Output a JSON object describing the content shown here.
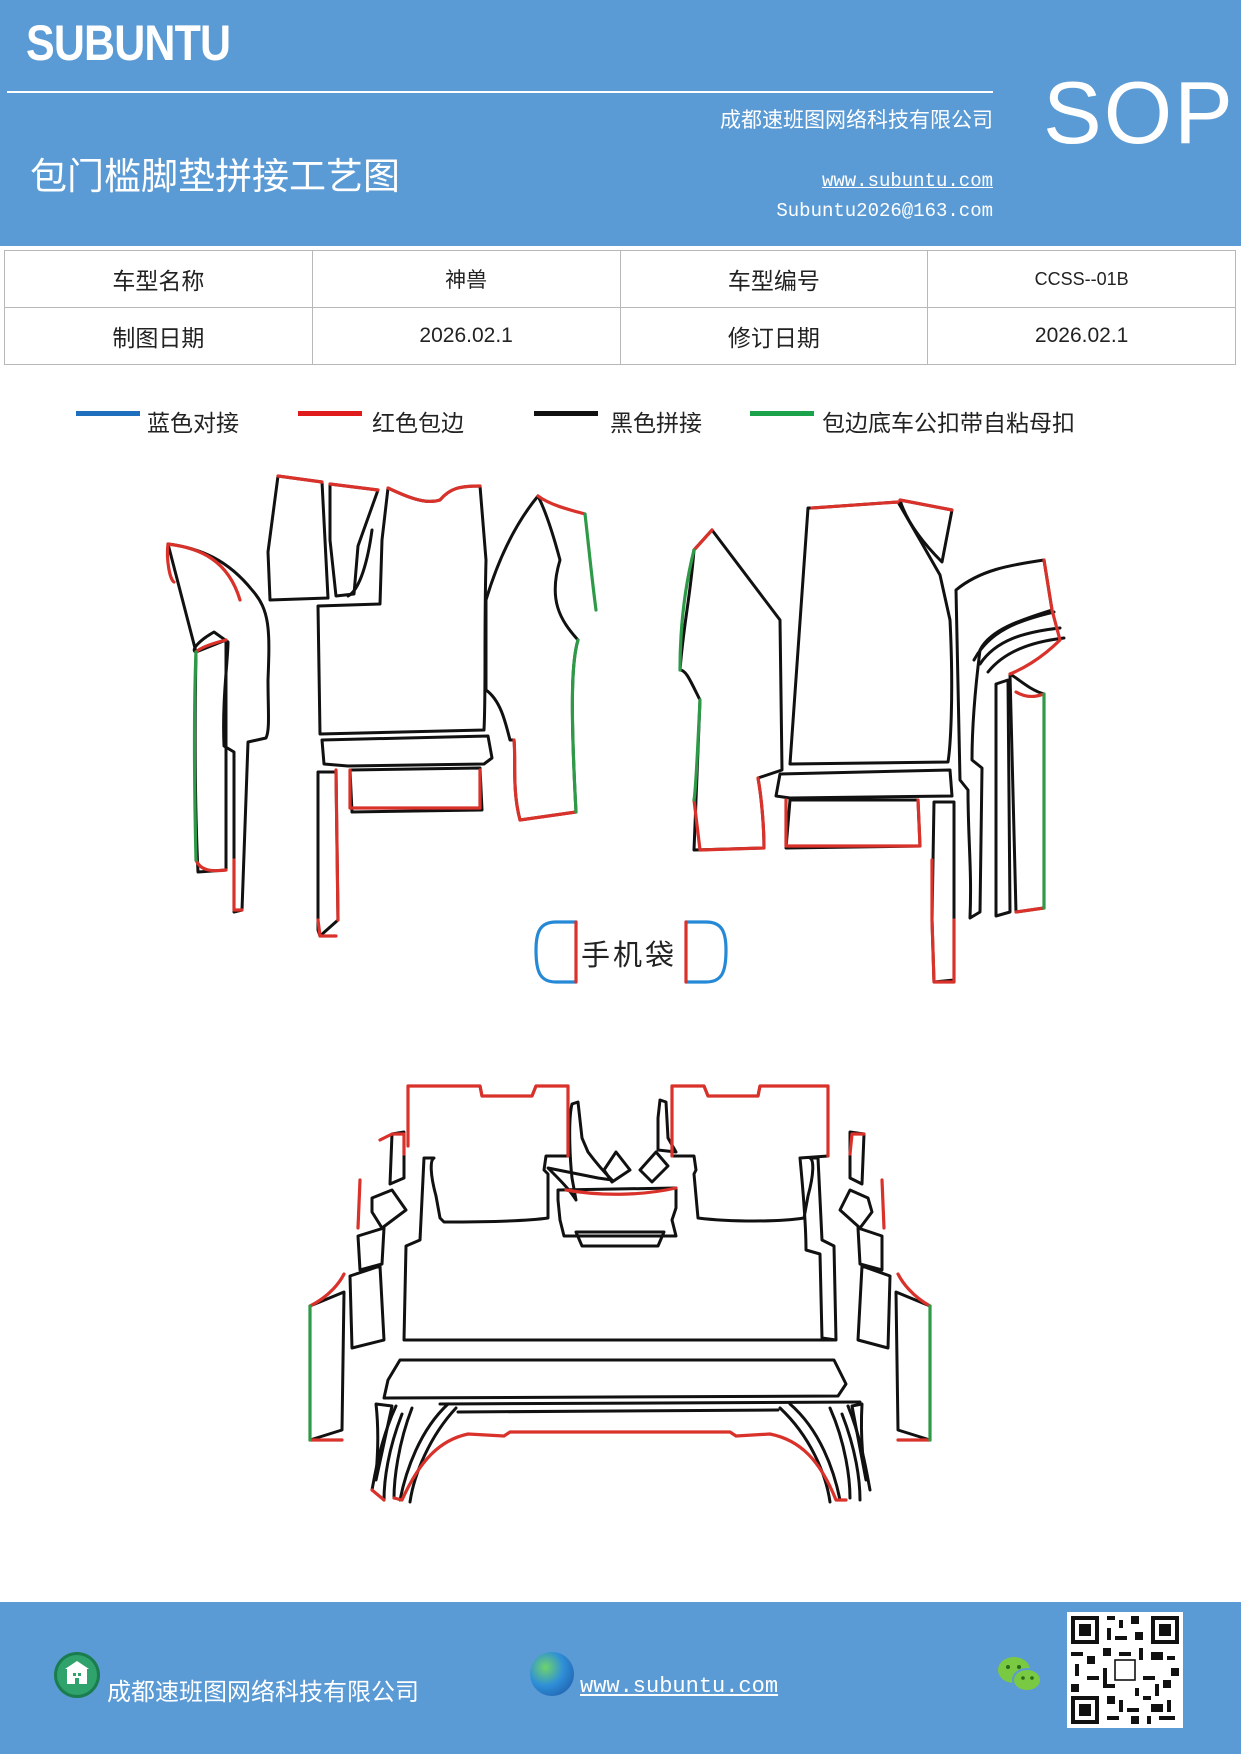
{
  "header": {
    "brand": "SUBUNTU",
    "company": "成都速班图网络科技有限公司",
    "title": "包门槛脚垫拼接工艺图",
    "website": "www.subuntu.com",
    "email": "Subuntu2026@163.com",
    "badge": "SOP"
  },
  "info_table": {
    "model_name_label": "车型名称",
    "model_name_value": "神兽",
    "model_code_label": "车型编号",
    "model_code_value": "CCSS--01B",
    "draw_date_label": "制图日期",
    "draw_date_value": "2026.02.1",
    "revise_date_label": "修订日期",
    "revise_date_value": "2026.02.1"
  },
  "legend": [
    {
      "label": "蓝色对接",
      "color": "#1f6fbf"
    },
    {
      "label": "红色包边",
      "color": "#e01b1b"
    },
    {
      "label": "黑色拼接",
      "color": "#111111"
    },
    {
      "label": "包边底车公扣带自粘母扣",
      "color": "#1aa34a"
    }
  ],
  "drawing": {
    "phone_pocket_label": "手机袋",
    "colors": {
      "blue": "#2589d6",
      "red": "#d9322b",
      "black": "#111111",
      "green": "#2e9a48"
    }
  },
  "footer": {
    "company": "成都速班图网络科技有限公司",
    "website": "www.subuntu.com",
    "icons": [
      "building-icon",
      "globe-icon",
      "wechat-icon",
      "qr-code"
    ]
  }
}
